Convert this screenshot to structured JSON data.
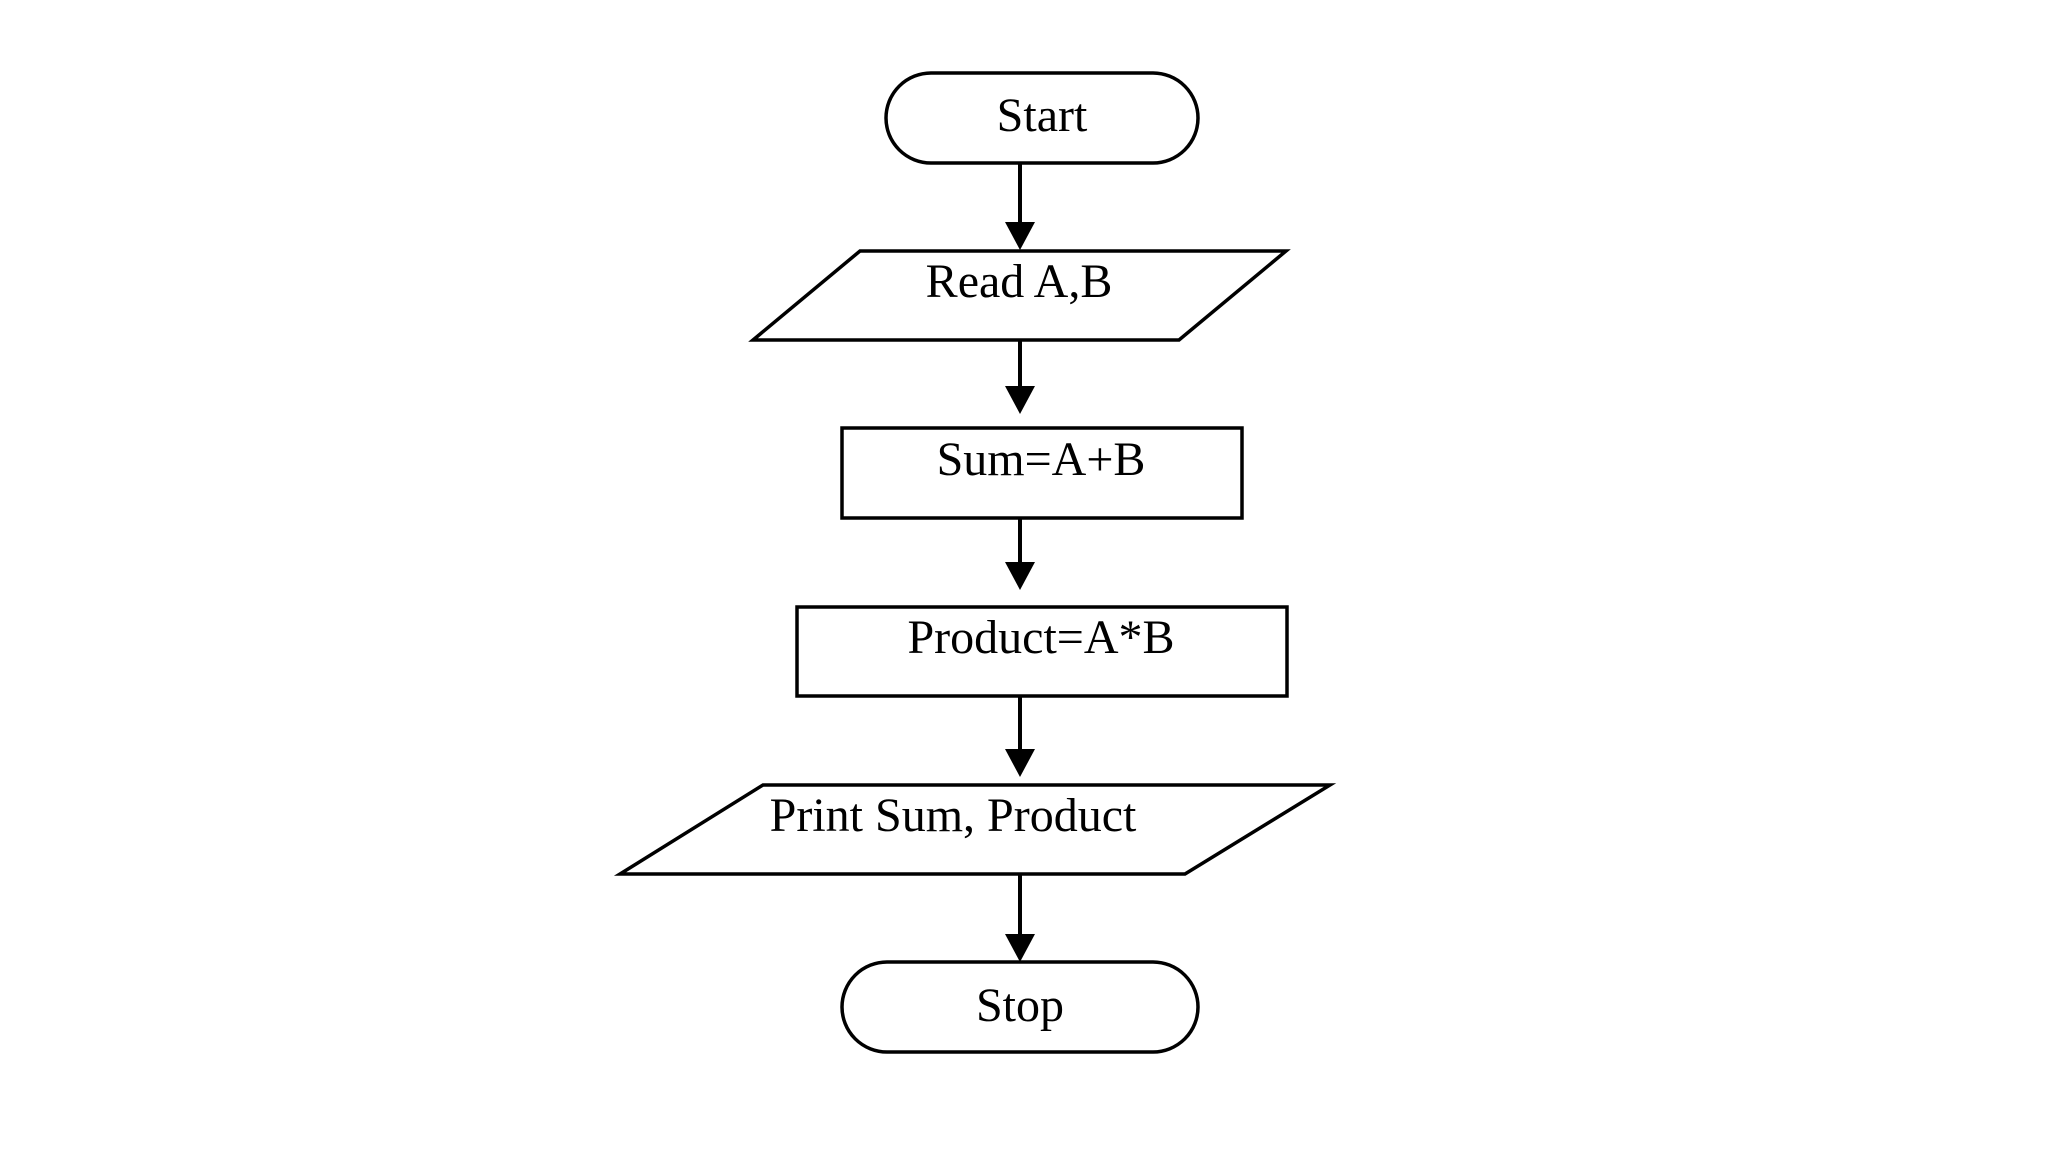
{
  "flowchart": {
    "nodes": [
      {
        "id": "start",
        "shape": "terminator",
        "label": "Start"
      },
      {
        "id": "read",
        "shape": "input-output",
        "label": "Read A,B"
      },
      {
        "id": "sum",
        "shape": "process",
        "label": "Sum=A+B"
      },
      {
        "id": "product",
        "shape": "process",
        "label": "Product=A*B"
      },
      {
        "id": "print",
        "shape": "input-output",
        "label": "Print Sum, Product"
      },
      {
        "id": "stop",
        "shape": "terminator",
        "label": "Stop"
      }
    ],
    "edges": [
      {
        "from": "start",
        "to": "read"
      },
      {
        "from": "read",
        "to": "sum"
      },
      {
        "from": "sum",
        "to": "product"
      },
      {
        "from": "product",
        "to": "print"
      },
      {
        "from": "print",
        "to": "stop"
      }
    ],
    "colors": {
      "stroke": "#000000",
      "fill": "#ffffff",
      "text": "#000000"
    }
  }
}
